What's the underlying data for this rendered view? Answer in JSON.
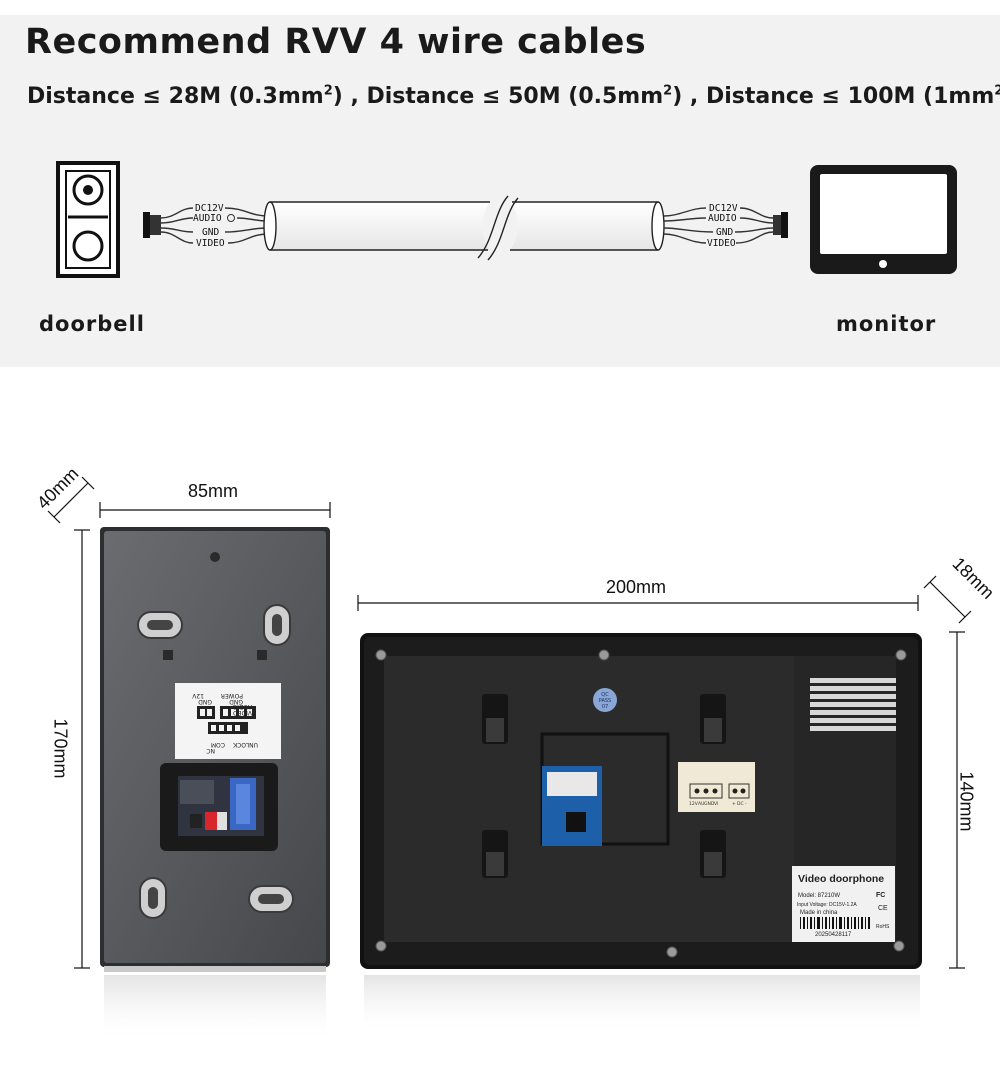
{
  "header": {
    "title": "Recommend RVV 4 wire cables",
    "distances": [
      {
        "text": "Distance ≤ 28M (0.3mm",
        "sup": "2",
        "tail": ") ,"
      },
      {
        "text": "  Distance ≤ 50M (0.5mm",
        "sup": "2",
        "tail": ") ,"
      },
      {
        "text": " Distance ≤ 100M (1mm",
        "sup": "2",
        "tail": ")"
      }
    ]
  },
  "wiring": {
    "left_wires": [
      "DC12V",
      "AUDIO",
      "GND",
      "VIDEO"
    ],
    "right_wires": [
      "DC12V",
      "AUDIO",
      "GND",
      "VIDEO"
    ],
    "doorbell_label": "doorbell",
    "monitor_label": "monitor"
  },
  "dimensions": {
    "doorbell_depth": "40mm",
    "doorbell_width": "85mm",
    "doorbell_height": "170mm",
    "monitor_width": "200mm",
    "monitor_depth": "18mm",
    "monitor_height": "140mm"
  },
  "doorbell_back": {
    "terminal_labels": [
      "POWER",
      "GND",
      "AUDIO",
      "VIDEO",
      "12V",
      "GND",
      "UNLOCK",
      "COM",
      "NC"
    ]
  },
  "monitor_back": {
    "pass_sticker": [
      "QC",
      "PASS",
      "07"
    ],
    "port_labels": [
      "12V",
      "AU",
      "GND",
      "VI",
      "+",
      "DC",
      "-"
    ],
    "nameplate": {
      "title": "Video doorphone",
      "model": "Model: 87210W",
      "fc_mark": "FC",
      "voltage": "Input Voltage: DC15V-1.2A",
      "ce_mark": "CE",
      "origin": "Made in china",
      "serial": "20250428117",
      "rohs": "RoHS"
    }
  },
  "colors": {
    "panel_bg": "#f2f2f2",
    "doorbell_plate": "#55575b",
    "monitor_body": "#1c1c1c",
    "monitor_back": "#2b2b2b",
    "pcb_blue": "#1d5fa8",
    "wire_red": "#d8262c"
  }
}
